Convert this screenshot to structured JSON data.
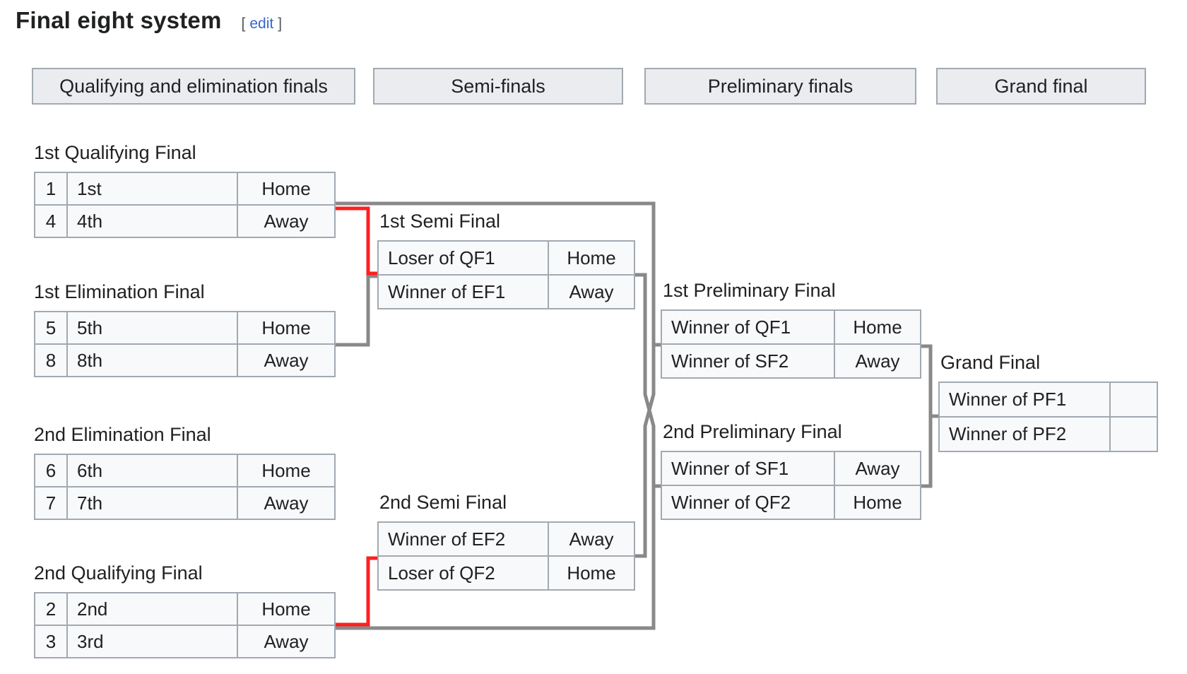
{
  "page": {
    "title": "Final eight system",
    "edit": {
      "open_bracket": "[",
      "label": "edit",
      "close_bracket": "]"
    }
  },
  "colors": {
    "connector_gray": "#898989",
    "connector_red": "#ff1f1f",
    "cell_bg": "#f8f9fa",
    "shaded_bg": "#eaecf0",
    "border": "#a2a9b1",
    "text": "#202122",
    "link": "#3366cc"
  },
  "round_headers": [
    {
      "label": "Qualifying and elimination finals"
    },
    {
      "label": "Semi-finals"
    },
    {
      "label": "Preliminary finals"
    },
    {
      "label": "Grand final"
    }
  ],
  "matches": [
    {
      "name": "1st Qualifying Final",
      "rows": [
        {
          "seed": "1",
          "team": "1st",
          "venue": "Home"
        },
        {
          "seed": "4",
          "team": "4th",
          "venue": "Away"
        }
      ]
    },
    {
      "name": "1st Elimination Final",
      "rows": [
        {
          "seed": "5",
          "team": "5th",
          "venue": "Home"
        },
        {
          "seed": "8",
          "team": "8th",
          "venue": "Away"
        }
      ]
    },
    {
      "name": "2nd Elimination Final",
      "rows": [
        {
          "seed": "6",
          "team": "6th",
          "venue": "Home"
        },
        {
          "seed": "7",
          "team": "7th",
          "venue": "Away"
        }
      ]
    },
    {
      "name": "2nd Qualifying Final",
      "rows": [
        {
          "seed": "2",
          "team": "2nd",
          "venue": "Home"
        },
        {
          "seed": "3",
          "team": "3rd",
          "venue": "Away"
        }
      ]
    },
    {
      "name": "1st Semi Final",
      "rows": [
        {
          "team": "Loser of QF1",
          "venue": "Home"
        },
        {
          "team": "Winner of EF1",
          "venue": "Away"
        }
      ]
    },
    {
      "name": "2nd Semi Final",
      "rows": [
        {
          "team": "Winner of EF2",
          "venue": "Away"
        },
        {
          "team": "Loser of QF2",
          "venue": "Home"
        }
      ]
    },
    {
      "name": "1st Preliminary Final",
      "rows": [
        {
          "team": "Winner of QF1",
          "venue": "Home"
        },
        {
          "team": "Winner of SF2",
          "venue": "Away"
        }
      ]
    },
    {
      "name": "2nd Preliminary Final",
      "rows": [
        {
          "team": "Winner of SF1",
          "venue": "Away"
        },
        {
          "team": "Winner of QF2",
          "venue": "Home"
        }
      ]
    },
    {
      "name": "Grand Final",
      "rows": [
        {
          "team": "Winner of PF1",
          "venue": ""
        },
        {
          "team": "Winner of PF2",
          "venue": ""
        }
      ]
    }
  ]
}
